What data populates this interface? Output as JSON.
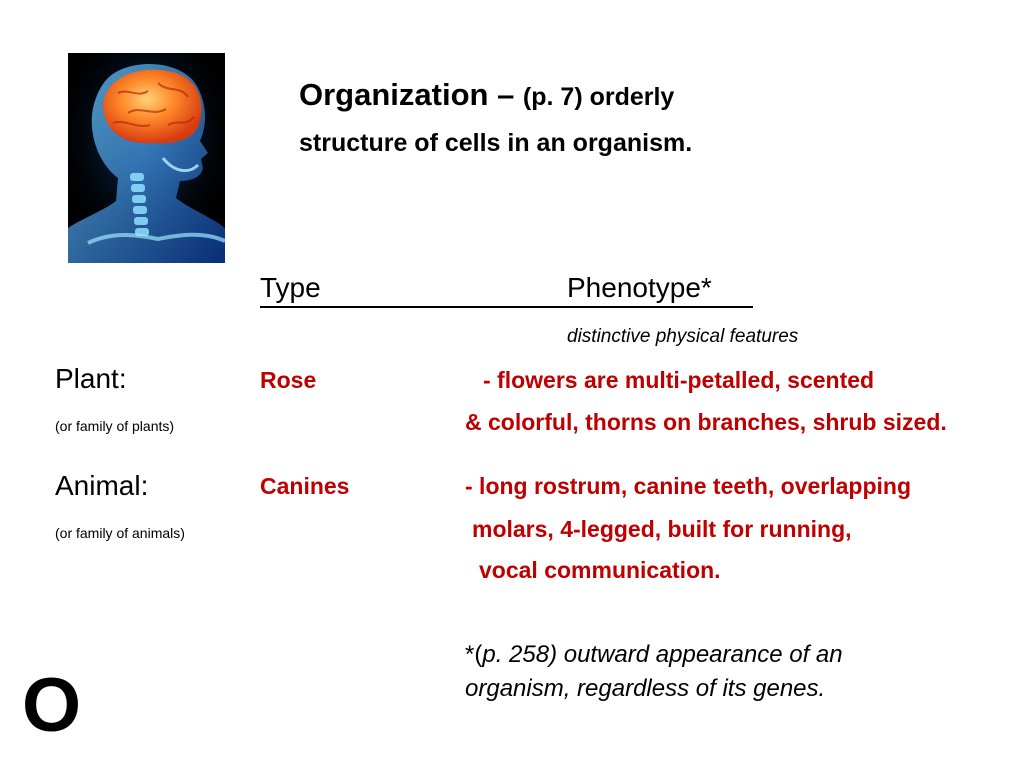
{
  "title": {
    "main": "Organization – ",
    "page_ref": "(p. 7) orderly",
    "line2": "structure of cells in an organism."
  },
  "headers": {
    "type": "Type",
    "phenotype": "Phenotype*",
    "phenotype_definition": "distinctive physical features"
  },
  "rows": {
    "plant": {
      "label": "Plant:",
      "sub": "(or family of plants)",
      "type": "Rose",
      "phenotype_lines": [
        "- flowers are multi-petalled, scented",
        "& colorful, thorns on branches, shrub sized."
      ]
    },
    "animal": {
      "label": "Animal:",
      "sub": "(or family of animals)",
      "type": "Canines",
      "phenotype_lines": [
        "- long rostrum, canine teeth, overlapping",
        "molars, 4-legged, built for running,",
        "vocal communication."
      ]
    }
  },
  "footnote": {
    "mark": "*(",
    "text_line1": "p. 258) outward appearance of an",
    "text_line2": "organism, regardless of its genes."
  },
  "corner_letter": "O",
  "colors": {
    "accent_red": "#c00000",
    "text": "#000000",
    "background": "#ffffff"
  },
  "image": {
    "icon": "brain-head-xray-image"
  }
}
